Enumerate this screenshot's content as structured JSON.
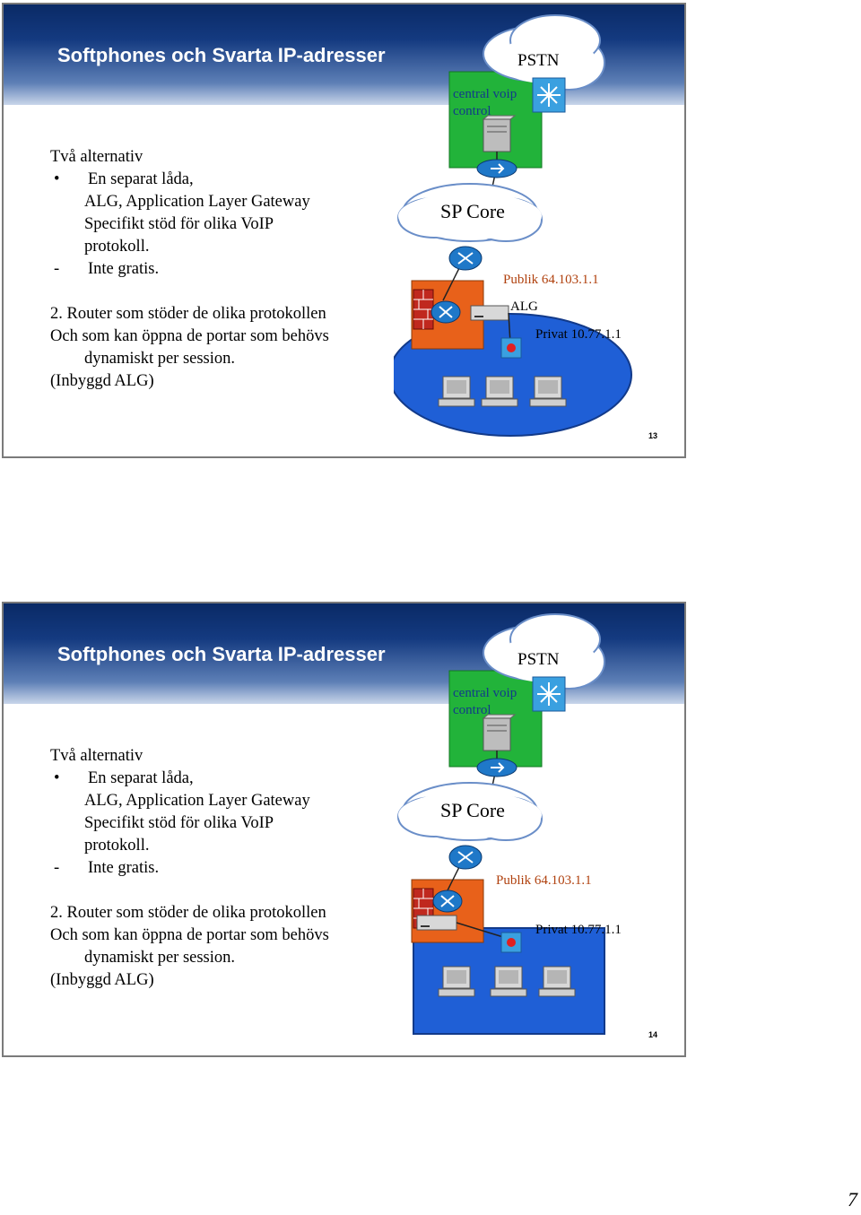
{
  "slides": [
    {
      "title": "Softphones och Svarta IP-adresser",
      "body": {
        "intro": "Två alternativ",
        "bullet1_line1": "En separat låda,",
        "bullet1_line2": "ALG, Application Layer Gateway",
        "bullet1_line3": "Specifikt stöd för olika VoIP",
        "bullet1_line4": "protokoll.",
        "dash_line": "Inte gratis.",
        "item2_line1": "2. Router som stöder de olika protokollen",
        "item2_line2": "Och som kan öppna de portar som behövs",
        "item2_line3": "dynamiskt per session.",
        "item2_line4": "(Inbyggd ALG)"
      },
      "diagram": {
        "pstn": "PSTN",
        "central_voip": "central voip",
        "control": "control",
        "sp_core": "SP Core",
        "publik": "Publik 64.103.1.1",
        "alg": "ALG",
        "privat": "Privat 10.77.1.1"
      },
      "number": "13"
    },
    {
      "title": "Softphones och Svarta IP-adresser",
      "body": {
        "intro": "Två alternativ",
        "bullet1_line1": "En separat låda,",
        "bullet1_line2": "ALG, Application Layer Gateway",
        "bullet1_line3": "Specifikt stöd för olika VoIP",
        "bullet1_line4": "protokoll.",
        "dash_line": "Inte gratis.",
        "item2_line1": "2. Router som stöder de olika protokollen",
        "item2_line2": "Och som kan öppna de portar som behövs",
        "item2_line3": "dynamiskt per session.",
        "item2_line4": "(Inbyggd ALG)"
      },
      "diagram": {
        "pstn": "PSTN",
        "central_voip": "central voip",
        "control": "control",
        "sp_core": "SP Core",
        "publik": "Publik 64.103.1.1",
        "privat": "Privat 10.77.1.1"
      },
      "number": "14"
    }
  ],
  "page_number": "7",
  "colors": {
    "header_dark": "#0a2a66",
    "voip_box": "#22b33a",
    "lan_fill": "#1f5fd6",
    "firewall_zone": "#e8611a",
    "publik_text": "#b0410e"
  },
  "icons": [
    "pstn-cloud",
    "voip-switch-icon",
    "server-icon",
    "router-icon",
    "firewall-icon",
    "alg-box-icon",
    "lan-switch-icon",
    "workstation-icon"
  ]
}
